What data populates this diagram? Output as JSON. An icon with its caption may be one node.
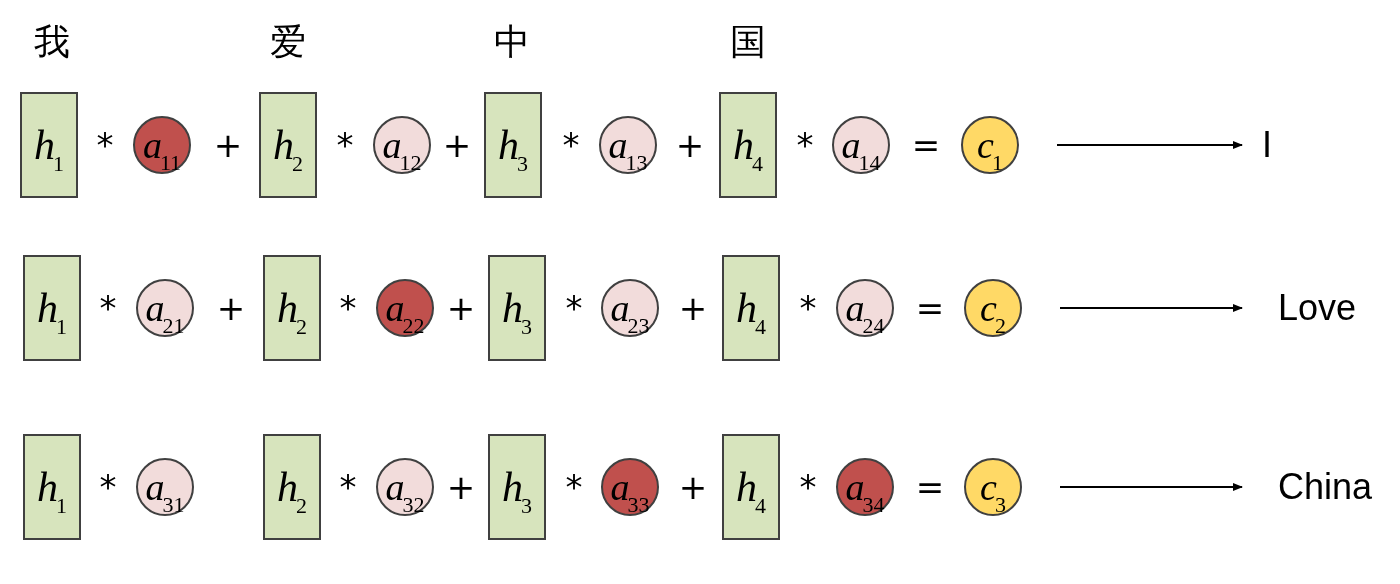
{
  "diagram": {
    "nodes": [
      {
        "text": [
          "*h*$_{1}$"
        ]
      },
      {
        "text": [
          "*a*$_{11}$"
        ]
      },
      {
        "text": [
          "*h*$_{2}$"
        ]
      },
      {
        "text": [
          "*a*$_{12}$"
        ]
      },
      {
        "text": [
          "*h*$_{3}$"
        ]
      },
      {
        "text": [
          "*a*$_{13}$"
        ]
      },
      {
        "text": [
          "*h*$_{4}$"
        ]
      },
      {
        "text": [
          "*a*$_{14}$"
        ]
      },
      {
        "text": [
          "*c*$_{1}$"
        ]
      },
      {
        "text": [
          "I"
        ]
      },
      {
        "text": [
          "*h*$_{1}$"
        ]
      },
      {
        "text": [
          "*a*$_{21}$"
        ]
      },
      {
        "text": [
          "*h*$_{2}$"
        ]
      },
      {
        "text": [
          "*a*$_{22}$"
        ]
      },
      {
        "text": [
          "*h*$_{3}$"
        ]
      },
      {
        "text": [
          "*a*$_{23}$"
        ]
      },
      {
        "text": [
          "*h*$_{4}$"
        ]
      },
      {
        "text": [
          "*a*$_{24}$"
        ]
      },
      {
        "text": [
          "*c*$_{2}$"
        ]
      },
      {
        "text": [
          "Love"
        ]
      },
      {
        "text": [
          "*h*$_{1}$"
        ]
      },
      {
        "text": [
          "*a*$_{31}$"
        ]
      },
      {
        "text": [
          "*h*$_{2}$"
        ]
      },
      {
        "text": [
          "*a*$_{32}$"
        ]
      },
      {
        "text": [
          "*h*$_{3}$"
        ]
      },
      {
        "text": [
          "*a*$_{33}$"
        ]
      },
      {
        "text": [
          "*h*$_{4}$"
        ]
      },
      {
        "text": [
          "*a*$_{34}$"
        ]
      },
      {
        "text": [
          "*c*$_{3}$"
        ]
      },
      {
        "text": [
          "China"
        ]
      }
    ],
    "edges": [
      {
        "from": 8,
        "to": 9,
        "arrow": "to"
      },
      {
        "from": 18,
        "to": 19,
        "arrow": "to"
      },
      {
        "from": 28,
        "to": 29,
        "arrow": "to"
      }
    ],
    "labels": [
      "我",
      "爱",
      "中",
      "国",
      "*",
      "+",
      "*",
      "+",
      "*",
      "+",
      "*",
      "=",
      "*",
      "+",
      "*",
      "+",
      "*",
      "+",
      "*",
      "=",
      "*",
      "*",
      "+",
      "*",
      "+",
      "*",
      "="
    ]
  }
}
